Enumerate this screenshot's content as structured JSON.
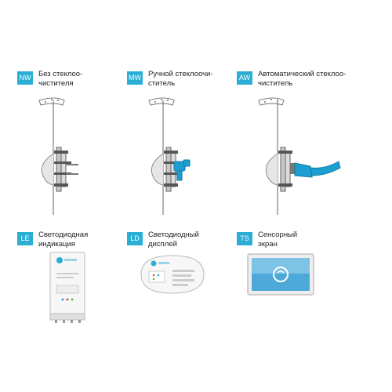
{
  "colors": {
    "accent": "#2aaed4",
    "wiper_blue": "#1c9ed1",
    "metal": "#8a8a8a",
    "metal_light": "#d9d9d9"
  },
  "options": [
    {
      "code": "NW",
      "line1": "Без стеклоо-",
      "line2": "чистителя"
    },
    {
      "code": "MW",
      "line1": "Ручной стеклоочи-",
      "line2": "ститель"
    },
    {
      "code": "AW",
      "line1": "Автоматический стеклоо-",
      "line2": "чиститель"
    },
    {
      "code": "LE",
      "line1": "Светодиодная",
      "line2": "индикация"
    },
    {
      "code": "LD",
      "line1": "Светодиодный",
      "line2": "дисплей"
    },
    {
      "code": "TS",
      "line1": "Сенсорный",
      "line2": "экран"
    }
  ],
  "icons": [
    "porthole-no-wiper-icon",
    "porthole-manual-wiper-icon",
    "porthole-auto-wiper-icon",
    "led-panel-icon",
    "led-display-icon",
    "touch-screen-icon"
  ]
}
